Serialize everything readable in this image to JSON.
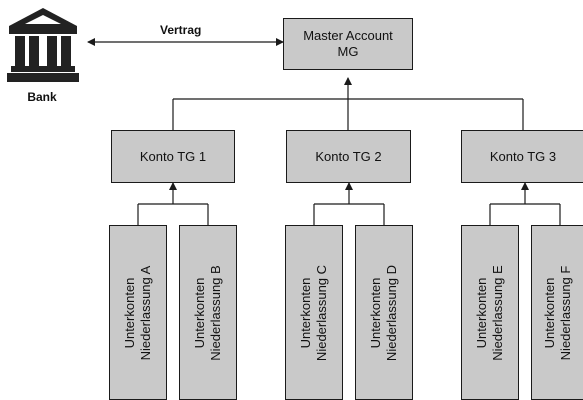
{
  "bank": {
    "label": "Bank",
    "icon": "bank-building-icon"
  },
  "contract": {
    "label": "Vertrag"
  },
  "master": {
    "line1": "Master Account",
    "line2": "MG"
  },
  "konten": [
    {
      "label": "Konto TG 1",
      "sub": [
        {
          "line1": "Unterkonten",
          "line2": "Niederlassung A"
        },
        {
          "line1": "Unterkonten",
          "line2": "Niederlassung B"
        }
      ]
    },
    {
      "label": "Konto TG 2",
      "sub": [
        {
          "line1": "Unterkonten",
          "line2": "Niederlassung C"
        },
        {
          "line1": "Unterkonten",
          "line2": "Niederlassung D"
        }
      ]
    },
    {
      "label": "Konto TG 3",
      "sub": [
        {
          "line1": "Unterkonten",
          "line2": "Niederlassung E"
        },
        {
          "line1": "Unterkonten",
          "line2": "Niederlassung F"
        }
      ]
    }
  ],
  "colors": {
    "box_fill": "#c9c9c9",
    "stroke": "#1a1a1a",
    "icon": "#222222"
  }
}
